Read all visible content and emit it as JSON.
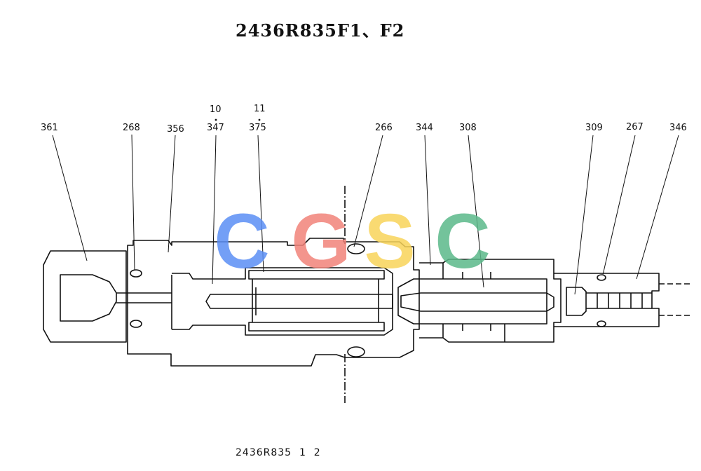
{
  "title": "2436R835F1、F2",
  "footer": "2436R835  1  2",
  "watermark": {
    "letters": [
      "C",
      "G",
      "S",
      "C"
    ],
    "colors": [
      "#5b8ff5",
      "#f2837a",
      "#f8d45a",
      "#5bb98a"
    ]
  },
  "callouts": [
    {
      "id": "361",
      "text": "361"
    },
    {
      "id": "268",
      "text": "268"
    },
    {
      "id": "356",
      "text": "356"
    },
    {
      "id": "10",
      "text": "10"
    },
    {
      "id": "347",
      "text": "347"
    },
    {
      "id": "11",
      "text": "11"
    },
    {
      "id": "375",
      "text": "375"
    },
    {
      "id": "266",
      "text": "266"
    },
    {
      "id": "344",
      "text": "344"
    },
    {
      "id": "308",
      "text": "308"
    },
    {
      "id": "309",
      "text": "309"
    },
    {
      "id": "267",
      "text": "267"
    },
    {
      "id": "346",
      "text": "346"
    }
  ]
}
